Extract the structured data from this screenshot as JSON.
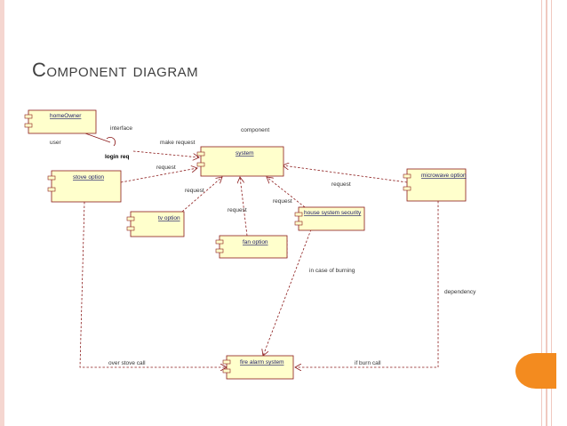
{
  "title": "Component diagram",
  "colors": {
    "component_fill": "#ffffcc",
    "component_stroke": "#8b1a1a",
    "edge": "#8b1a1a",
    "accent": "#f38b1f"
  },
  "components": {
    "homeowner": "homeOwner",
    "system": "system",
    "stove": "stove option",
    "tv": "tv option",
    "fan": "fan option",
    "house_security": "house system security",
    "microwave": "microwave option",
    "fire_alarm": "fire alarm system"
  },
  "labels": {
    "interface": "interface",
    "user": "user",
    "component": "component",
    "make_request": "make request",
    "login_req": "login req",
    "request_stove": "request",
    "request_tv": "request",
    "request_fan": "request",
    "request_security": "request",
    "request_microwave": "request",
    "in_case_of_burning": "in case of burning",
    "dependency": "dependency",
    "over_stove_call": "over stove call",
    "if_burn_call": "if burn call"
  }
}
